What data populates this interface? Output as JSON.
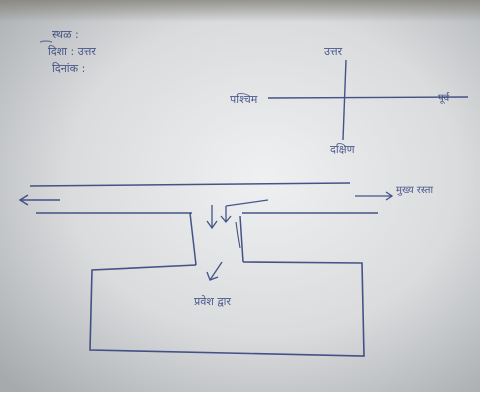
{
  "photo": {
    "colors": {
      "paper": "#d9dbdd",
      "paper_light": "#eef0f1",
      "paper_shadow": "#a7aaad",
      "ink": "#2a3a78",
      "border_white": "#ffffff"
    },
    "header_notes": {
      "line1": "स्थळ :",
      "line2": "दिशा : उत्तर",
      "line3": "दिनांक :"
    },
    "compass": {
      "north": "उत्तर",
      "south": "दक्षिण",
      "east": "पूर्व",
      "west": "पश्चिम"
    },
    "sketch": {
      "road_label": "मुख्य रस्ता",
      "building_label": "प्रवेश द्वार"
    }
  }
}
